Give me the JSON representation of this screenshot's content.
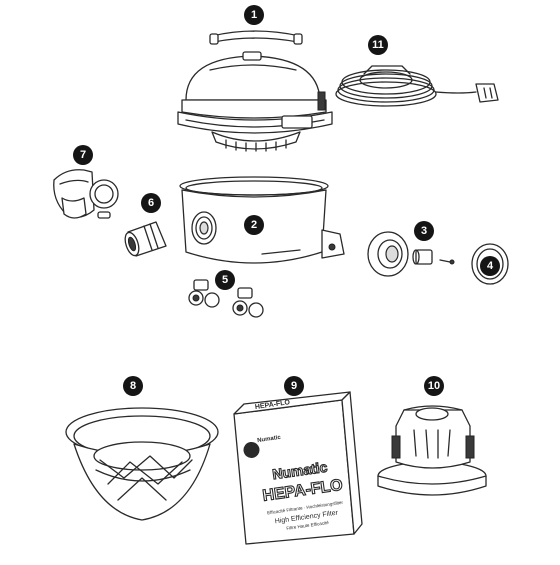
{
  "parts": [
    {
      "id": "1",
      "label": "1",
      "icon": "handle-icon"
    },
    {
      "id": "2",
      "label": "2",
      "icon": "container-icon"
    },
    {
      "id": "3",
      "label": "3",
      "icon": "inlet-assembly-icon"
    },
    {
      "id": "4",
      "label": "4",
      "icon": "cap-icon"
    },
    {
      "id": "5",
      "label": "5",
      "icon": "castor-icon"
    },
    {
      "id": "6",
      "label": "6",
      "icon": "hose-connector-icon"
    },
    {
      "id": "7",
      "label": "7",
      "icon": "exhaust-filter-icon"
    },
    {
      "id": "8",
      "label": "8",
      "icon": "filter-basket-icon"
    },
    {
      "id": "9",
      "label": "9",
      "icon": "dust-bag-icon"
    },
    {
      "id": "10",
      "label": "10",
      "icon": "motor-icon"
    },
    {
      "id": "11",
      "label": "11",
      "icon": "power-cable-icon"
    }
  ],
  "bag": {
    "brand": "Numatic",
    "name_line1": "Numatic",
    "name_line2": "HEPA-FLO",
    "languages": "Efficacité Filtrante · Hochleistungsfilter",
    "efficiency": "High Efficiency Filter",
    "efficiency_sub": "Filtre Haute Efficacité",
    "top_strip": "HEPA-FLO"
  }
}
